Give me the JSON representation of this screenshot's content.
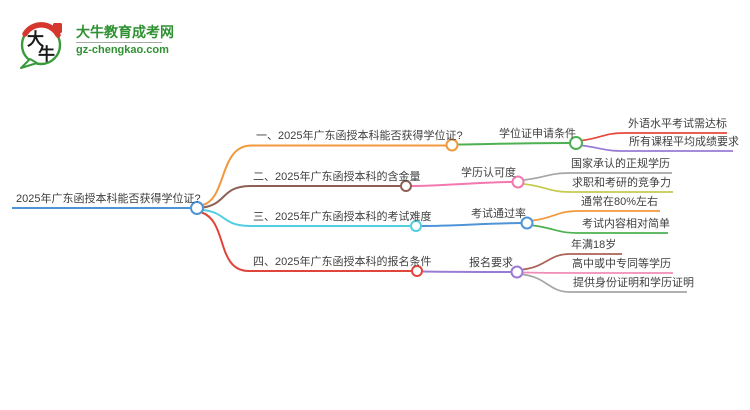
{
  "logo": {
    "icon_text_top": "大",
    "icon_text_bottom": "牛",
    "site_name": "大牛教育成考网",
    "site_domain": "gz-chengkao.com",
    "brand_green": "#2f9132",
    "accent_red": "#d5372e"
  },
  "mindmap": {
    "root": {
      "label": "2025年广东函授本科能否获得学位证?",
      "color": "#4e94d6"
    },
    "branches": [
      {
        "label": "一、2025年广东函授本科能否获得学位证?",
        "color": "#f2993d",
        "topic": {
          "label": "学位证申请条件",
          "color": "#4db052",
          "children": [
            {
              "label": "外语水平考试需达标",
              "color": "#e8483d"
            },
            {
              "label": "所有课程平均成绩要求",
              "color": "#9a7bd4"
            }
          ]
        }
      },
      {
        "label": "二、2025年广东函授本科的含金量",
        "color": "#8f5f57",
        "topic": {
          "label": "学历认可度",
          "color": "#f278af",
          "children": [
            {
              "label": "国家承认的正规学历",
              "color": "#a6a6a6"
            },
            {
              "label": "求职和考研的竞争力",
              "color": "#c4cc4d"
            }
          ]
        }
      },
      {
        "label": "三、2025年广东函授本科的考试难度",
        "color": "#52cde2",
        "topic": {
          "label": "考试通过率",
          "color": "#4e94d6",
          "children": [
            {
              "label": "通常在80%左右",
              "color": "#f2993d"
            },
            {
              "label": "考试内容相对简单",
              "color": "#4db052"
            }
          ]
        }
      },
      {
        "label": "四、2025年广东函授本科的报名条件",
        "color": "#e1443a",
        "topic": {
          "label": "报名要求",
          "color": "#9a7bd4",
          "children": [
            {
              "label": "年满18岁",
              "color": "#ad6054"
            },
            {
              "label": "高中或中专同等学历",
              "color": "#f08cb8"
            },
            {
              "label": "提供身份证明和学历证明",
              "color": "#a6a6a6"
            }
          ]
        }
      }
    ]
  }
}
